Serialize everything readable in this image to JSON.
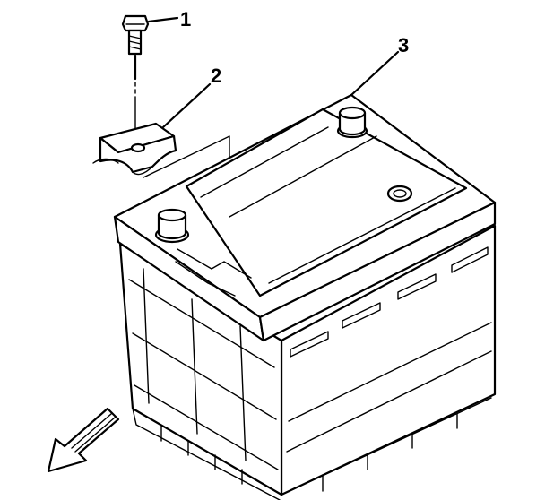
{
  "callouts": {
    "bolt": "1",
    "hold_down_bracket": "2",
    "battery": "3"
  }
}
